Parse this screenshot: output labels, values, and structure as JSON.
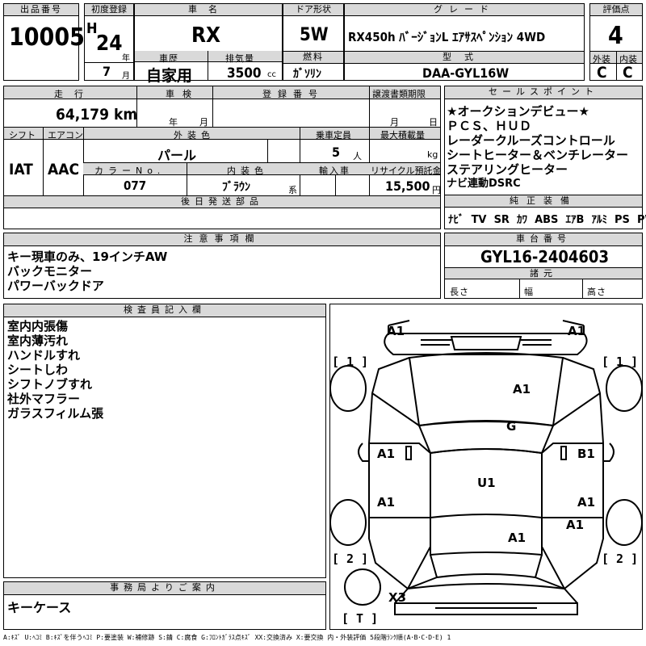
{
  "top": {
    "lot_label": "出品番号",
    "lot_no": "10005",
    "reg_label": "初度登録",
    "era": "H",
    "year": "24",
    "year_unit": "年",
    "month": "7",
    "month_unit": "月",
    "make_label": "車名",
    "make": "RX",
    "history_label": "車歴",
    "history": "自家用",
    "disp_label": "排気量",
    "disp": "3500",
    "disp_unit": "cc",
    "door_label": "ドア形状",
    "door": "5W",
    "fuel_label": "燃料",
    "fuel": "ｶﾞｿﾘﾝ",
    "grade_label": "グレード",
    "grade": "RX450h ﾊﾞｰｼﾞｮﾝL ｴｱｻｽﾍﾟﾝｼｮﾝ 4WD",
    "model_label": "型式",
    "model": "DAA-GYL16W",
    "score_label": "評価点",
    "score": "4",
    "ext_label": "外装",
    "ext": "C",
    "int_label": "内装",
    "int": "C"
  },
  "mid": {
    "mileage_label": "走行",
    "mileage": "64,179",
    "mileage_unit": "km",
    "inspect_label": "車検",
    "inspect_y": "年",
    "inspect_m": "月",
    "regno_label": "登録番号",
    "transfer_label": "譲渡書類期限",
    "transfer_m": "月",
    "transfer_d": "日",
    "shift_label": "シフト",
    "shift": "IAT",
    "ac_label": "エアコン",
    "ac": "AAC",
    "color_label": "外装色",
    "color": "パール",
    "colorno_label": "カラーNo.",
    "colorno": "077",
    "intcolor_label": "内装色",
    "intcolor": "ﾌﾞﾗｳﾝ",
    "intcolor_unit": "系",
    "seats_label": "乗車定員",
    "seats": "5",
    "seats_unit": "人",
    "load_label": "最大積載量",
    "load_unit": "kg",
    "import_label": "輸入車",
    "recycle_label": "リサイクル預託金",
    "recycle": "15,500",
    "recycle_unit": "円",
    "later_label": "後日発送部品"
  },
  "sales": {
    "label": "セールスポイント",
    "lines": [
      "★オークションデビュー★",
      "ＰＣＳ、ＨＵＤ",
      "レーダークルーズコントロール",
      "シートヒーター＆ベンチレーター",
      "ステアリングヒーター",
      "ナビ連動DSRC"
    ]
  },
  "equip": {
    "label": "純正装備",
    "items": [
      "ﾅﾋﾞ",
      "TV",
      "SR",
      "ｶﾜ",
      "ABS",
      "ｴｱB",
      "ｱﾙﾐ",
      "PS",
      "PW"
    ]
  },
  "notes": {
    "label": "注意事項欄",
    "lines": [
      "キー現車のみ、19インチAW",
      "バックモニター",
      "パワーバックドア"
    ]
  },
  "chassis": {
    "label": "車台番号",
    "value": "GYL16-2404603",
    "dims_label": "諸元",
    "len": "長さ",
    "wid": "幅",
    "hei": "高さ"
  },
  "inspector": {
    "label": "検査員記入欄",
    "lines": [
      "室内内張傷",
      "室内薄汚れ",
      "ハンドルすれ",
      "シートしわ",
      "シフトノブすれ",
      "社外マフラー",
      "ガラスフィルム張"
    ]
  },
  "office": {
    "label": "事務局よりご案内",
    "text": "キーケース"
  },
  "diagram": {
    "marks": {
      "fl_corner": "A1",
      "fr_corner": "A1",
      "hood": "A1",
      "windshield": "G",
      "l_front_door": "A1",
      "r_front_door": "B1",
      "roof": "U1",
      "l_rear_door": "A1",
      "r_rear_door": "A1",
      "r_rear_fender": "A1",
      "tailgate": "A1",
      "rear_bumper": "X3"
    },
    "tire_fl": "[ 1 ]",
    "tire_fr": "[ 1 ]",
    "tire_rl": "[ 2 ]",
    "tire_rr": "[ 2 ]",
    "trunk": "[ T ]"
  },
  "legend": "A:ｷｽﾞ U:ﾍｺﾐ B:ｷｽﾞを伴うﾍｺﾐ P:要塗装 W:補修跡 S:錆 C:腐食 G:ﾌﾛﾝﾄｶﾞﾗｽ点ｷｽﾞ XX:交換済み X:要交換 内・外装評価 5段階ﾗﾝｸ順(A･B･C･D･E) 1"
}
